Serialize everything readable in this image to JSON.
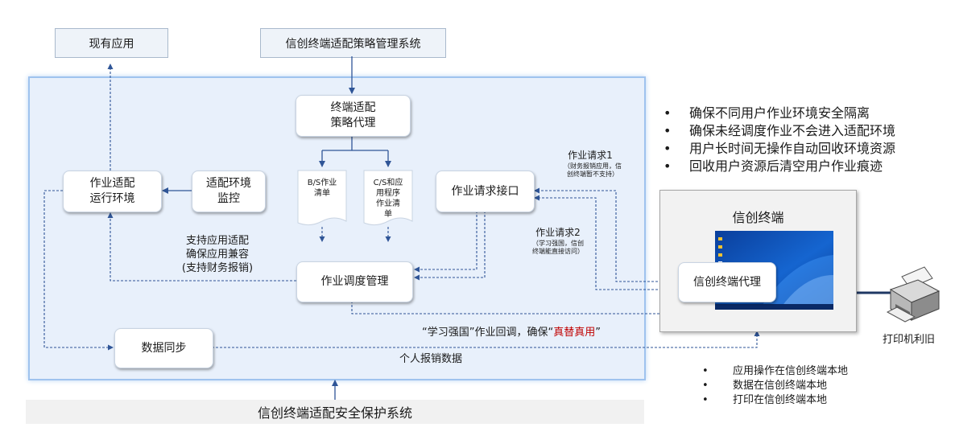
{
  "top": {
    "existing_apps": "现有应用",
    "policy_system": "信创终端适配策略管理系统"
  },
  "main": {
    "terminal_policy_agent": "终端适配\n策略代理",
    "bs_list": "B/S作业\n清单",
    "cs_list": "C/S和应\n用程序\n作业清\n单",
    "runtime_env": "作业适配\n运行环境",
    "env_monitor": "适配环境\n监控",
    "job_request_interface": "作业请求接口",
    "job_scheduler": "作业调度管理",
    "data_sync": "数据同步",
    "compat_label": "支持应用适配\n确保应用兼容\n(支持财务报销)",
    "callback_prefix": "“学习强国”作业回调，确保“",
    "callback_highlight": "真替真用",
    "callback_suffix": "”",
    "expense_data": "个人报销数据"
  },
  "requests": {
    "req1_title": "作业请求1",
    "req1_note": "（财务报销应用，信\n创终端暂不支持）",
    "req2_title": "作业请求2",
    "req2_note": "（学习强国，信创\n终端能直接访问）"
  },
  "terminal": {
    "title": "信创终端",
    "agent": "信创终端代理",
    "printer": "打印机利旧"
  },
  "bullets_top": [
    "确保不同用户作业环境安全隔离",
    "确保未经调度作业不会进入适配环境",
    "用户长时间无操作自动回收环境资源",
    "回收用户资源后清空用户作业痕迹"
  ],
  "bullets_bottom": [
    "应用操作在信创终端本地",
    "数据在信创终端本地",
    "打印在信创终端本地"
  ],
  "bottom_system": "信创终端适配安全保护系统",
  "colors": {
    "panel_fill": "#e8f0fb",
    "panel_border": "#9fc3ee",
    "arrow_blue": "#2f5597",
    "highlight_red": "#c00000"
  }
}
